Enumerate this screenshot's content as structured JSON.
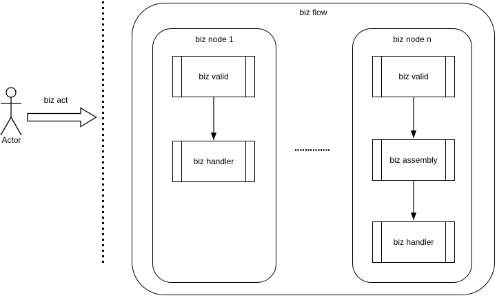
{
  "diagram": {
    "actor": {
      "label": "Actor"
    },
    "action": {
      "label": "biz act"
    },
    "flow": {
      "title": "biz flow",
      "nodes": [
        {
          "title": "biz node 1",
          "steps": [
            "biz valid",
            "biz handler"
          ]
        },
        {
          "title": "biz node n",
          "steps": [
            "biz valid",
            "biz assembly",
            "biz handler"
          ]
        }
      ]
    },
    "colors": {
      "stroke": "#000000",
      "fill": "#ffffff",
      "background": "#ffffff"
    }
  }
}
